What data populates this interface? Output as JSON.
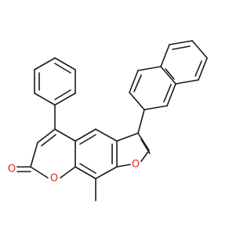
{
  "molecule": {
    "atom_labels": [
      {
        "id": "o-lactone-ring",
        "text": "O",
        "color": "#e8281e"
      },
      {
        "id": "o-carbonyl",
        "text": "O",
        "color": "#e8281e"
      },
      {
        "id": "o-furan",
        "text": "O",
        "color": "#e8281e"
      }
    ],
    "colors": {
      "bond": "#1a1a1a",
      "oxygen": "#e8281e",
      "background": "#ffffff"
    }
  }
}
